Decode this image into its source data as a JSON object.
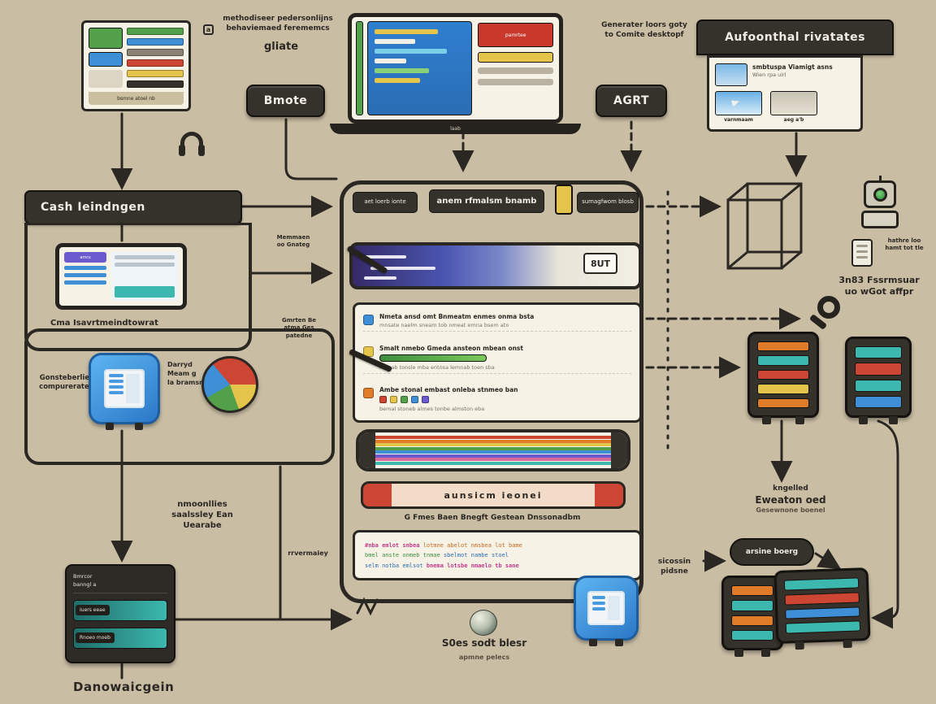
{
  "colors": {
    "bg": "#c9bda4",
    "ink": "#2b2722",
    "dark": "#35312b",
    "panel": "#f6f2e6",
    "blue": "#3f8fd6",
    "teal": "#3cb8ae",
    "red": "#cd4634",
    "orange": "#e07b2a",
    "yellow": "#e5c44b",
    "green": "#53a04a",
    "purple": "#6a5acd",
    "screen_blue": "#2f7fd0"
  },
  "top_left_card": {
    "caption": "bsmne atoel nb"
  },
  "top": {
    "badge": "a",
    "method_line1": "methodiseer pedersonlijns",
    "method_line2": "behaviemaed ferememcs",
    "gliate": "gliate",
    "bmote": "Bmote",
    "generator_line1": "Generater loors goty",
    "generator_line2": "to Comite desktopf",
    "agrt": "AGRT",
    "laptop_label": "laab",
    "laptop_redbox": "pamrtee"
  },
  "top_right": {
    "title": "Aufoonthal rivatates",
    "row1_title": "smbtuspa Viamigt asns",
    "row1_sub": "Wien rpa uirl",
    "thumb1_label": "varnmaam",
    "thumb2_label": "aeg a'b"
  },
  "left": {
    "header": "Cash Ieindngen",
    "tablet_chip": "amcs",
    "tablet_caption": "Cma Isavrtmeindtowrat",
    "panel2_left_l1": "Gonsteberlies",
    "panel2_left_l2": "compureraten",
    "panel2_mid_l1": "Darryd",
    "panel2_mid_l2": "Meam g",
    "panel2_mid_l3": "la bramsna",
    "note1_l1": "Memmaen",
    "note1_l2": "oo Gnateg",
    "note2_l1": "Gmrten Be",
    "note2_l2": "atma Ges",
    "note2_l3": "patedne",
    "note3": "rrvermaiey"
  },
  "center": {
    "tag1": "aet loerb ionte",
    "tag2": "anem rfmalsm bnamb",
    "tag3": "sumagfwom blosb",
    "but_label": "8UT",
    "rows": [
      {
        "title": "Nmeta ansd omt Bnmeatm enmes onma bsta",
        "sub": "mnsate naelm sneam tob nmeat emna bsem ato"
      },
      {
        "title": "Smalt nmebo Gmeda ansteon mbean onst",
        "sub": "nmeab tonsle mba entosa lemnab toen sba"
      },
      {
        "title": "Ambe stonal embast onleba stnmeo ban",
        "sub": "bemal stoneb almes tonbe almston eba"
      }
    ],
    "red_bar_label": "aunsicm ieonei",
    "caption": "G Fmes Baen Bnegft Gestean Dnssonadbm",
    "code_l1a": "#nba emlot snbea",
    "code_l1b": "lotmne abelot nmsbea lot bame",
    "code_l2a": "bmel anste onmeb tnmae",
    "code_l2b": "sbelmot nambe stoel",
    "code_l3a": "selm notba emlsot",
    "code_l3b": "bnema lotsbe nmaelo tb sane"
  },
  "bottom": {
    "sphere_label": "S0es sodt blesr",
    "sphere_sub": "apmne pelecs",
    "left_text_l1": "nmoonllies",
    "left_text_l2": "saalssley Ean",
    "left_text_l3": "Uearabe",
    "panel_r1a": "Bmrcor",
    "panel_r1b": "banngl a",
    "panel_r2": "Iuers eeae",
    "panel_r3": "Rnoeo moeb",
    "footer_label": "Danowaicgein"
  },
  "right": {
    "note1_l1": "hathre loo",
    "note1_l2": "hamt tot tle",
    "note2_l1": "3n83 Fssrmsuar",
    "note2_l2": "uo wGot affpr",
    "note3_l1": "kngelled",
    "note3_l2": "Eweaton oed",
    "note3_l3": "Gesewnone boenel",
    "pill": "arsine boerg",
    "note4_l1": "sicossin",
    "note4_l2": "pidsne"
  },
  "palettes": {
    "shelf": [
      "#53a04a",
      "#3f8fd6",
      "#8a8273",
      "#cd4634",
      "#e5c44b",
      "#35312b"
    ],
    "code_pane": [
      "#e5c44b",
      "#f2efe4",
      "#7ad0e8",
      "#f2efe4",
      "#8ad07a",
      "#e5c44b"
    ],
    "stripes": [
      "#cd4634",
      "#e07b2a",
      "#e5c44b",
      "#53a04a",
      "#3f8fd6",
      "#6a5acd",
      "#d66a9a",
      "#3cb8ae"
    ],
    "mini_icons": [
      "#cd4634",
      "#e5c44b",
      "#53a04a",
      "#3f8fd6",
      "#6a5acd"
    ],
    "row_icons": [
      "#3f8fd6",
      "#e5c44b",
      "#e07b2a"
    ],
    "stack1": [
      "#e07b2a",
      "#3cb8ae",
      "#cd4634",
      "#e5c44b",
      "#e07b2a"
    ],
    "stack2": [
      "#3cb8ae",
      "#cd4634",
      "#3cb8ae",
      "#3f8fd6"
    ],
    "bstack1": [
      "#e07b2a",
      "#3cb8ae",
      "#e07b2a",
      "#3cb8ae"
    ],
    "bstack2": [
      "#3cb8ae",
      "#cd4634",
      "#3f8fd6",
      "#3cb8ae"
    ]
  }
}
